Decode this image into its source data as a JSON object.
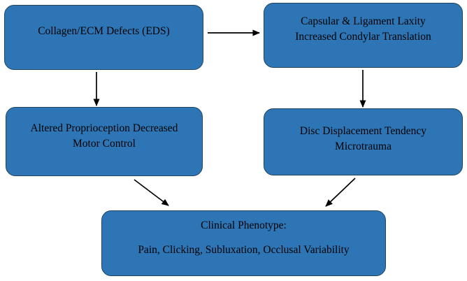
{
  "diagram": {
    "type": "flowchart",
    "background_color": "#ffffff",
    "node_fill_color": "#2e75b6",
    "node_border_color": "#1f4460",
    "arrow_color": "#000000",
    "nodes": {
      "collagen": {
        "line1": "Collagen/ECM Defects (EDS)"
      },
      "capsular": {
        "line1": "Capsular & Ligament Laxity",
        "line2": "Increased Condylar Translation"
      },
      "proprio": {
        "line1": "Altered Proprioception Decreased",
        "line2": "Motor Control"
      },
      "disc": {
        "line1": "Disc Displacement Tendency",
        "line2": "Microtrauma"
      },
      "phenotype": {
        "line1": "Clinical Phenotype:",
        "line2": "Pain, Clicking, Subluxation, Occlusal Variability"
      }
    },
    "edges": [
      {
        "from": "collagen",
        "to": "capsular",
        "direction": "right"
      },
      {
        "from": "collagen",
        "to": "proprio",
        "direction": "down"
      },
      {
        "from": "capsular",
        "to": "disc",
        "direction": "down"
      },
      {
        "from": "proprio",
        "to": "phenotype",
        "direction": "down-right"
      },
      {
        "from": "disc",
        "to": "phenotype",
        "direction": "down-left"
      }
    ]
  }
}
